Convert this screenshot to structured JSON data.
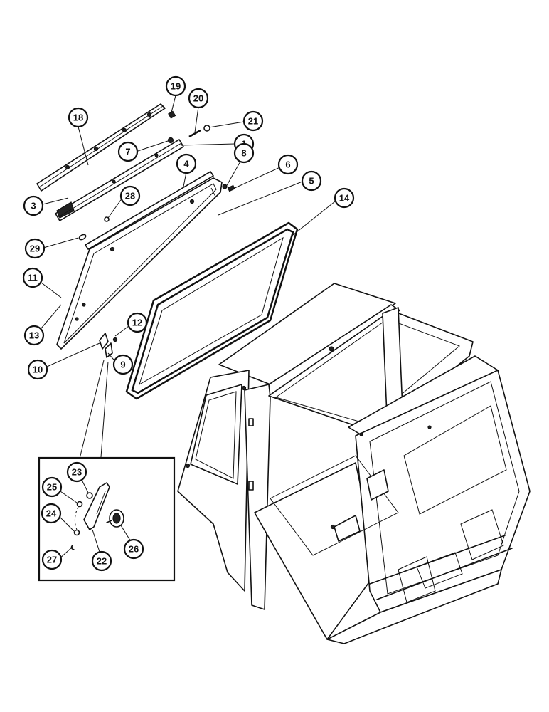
{
  "diagram": {
    "callouts": [
      {
        "id": "c1",
        "label": "1"
      },
      {
        "id": "c3",
        "label": "3"
      },
      {
        "id": "c4",
        "label": "4"
      },
      {
        "id": "c5",
        "label": "5"
      },
      {
        "id": "c6",
        "label": "6"
      },
      {
        "id": "c7",
        "label": "7"
      },
      {
        "id": "c8",
        "label": "8"
      },
      {
        "id": "c9",
        "label": "9"
      },
      {
        "id": "c10",
        "label": "10"
      },
      {
        "id": "c11",
        "label": "11"
      },
      {
        "id": "c12",
        "label": "12"
      },
      {
        "id": "c13",
        "label": "13"
      },
      {
        "id": "c14",
        "label": "14"
      },
      {
        "id": "c18",
        "label": "18"
      },
      {
        "id": "c19",
        "label": "19"
      },
      {
        "id": "c20",
        "label": "20"
      },
      {
        "id": "c21",
        "label": "21"
      },
      {
        "id": "c22",
        "label": "22"
      },
      {
        "id": "c23",
        "label": "23"
      },
      {
        "id": "c24",
        "label": "24"
      },
      {
        "id": "c25",
        "label": "25"
      },
      {
        "id": "c26",
        "label": "26"
      },
      {
        "id": "c27",
        "label": "27"
      },
      {
        "id": "c28",
        "label": "28"
      },
      {
        "id": "c29",
        "label": "29"
      }
    ]
  }
}
